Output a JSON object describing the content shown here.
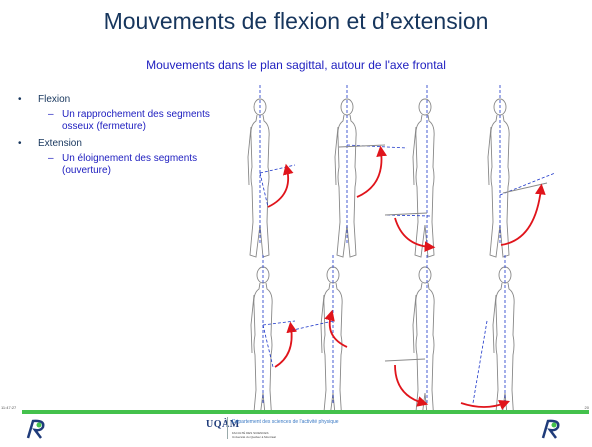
{
  "slide": {
    "title": "Mouvements de flexion et d’extension",
    "subtitle": "Mouvements dans le plan sagittal, autour de l'axe frontal",
    "bullets": [
      {
        "text": "Flexion",
        "sub": "Un rapprochement des segments osseux (fermeture)"
      },
      {
        "text": "Extension",
        "sub": "Un éloignement des segments (ouverture)"
      }
    ]
  },
  "footer": {
    "timestamp": "11:47:27",
    "page_number": "20",
    "university": "UQÀM",
    "department": "Département des sciences de l'activité physique",
    "faculty": "FACULTÉ DES SCIENCES",
    "university_full": "Université du Québec à Montréal"
  },
  "colors": {
    "title": "#17365d",
    "subtitle": "#2020c0",
    "arrow": "#e0141b",
    "axis": "#1a34c8",
    "footer_bar": "#44c14c"
  },
  "icons": {
    "footer_logo": "stylized-r-logo-icon"
  }
}
